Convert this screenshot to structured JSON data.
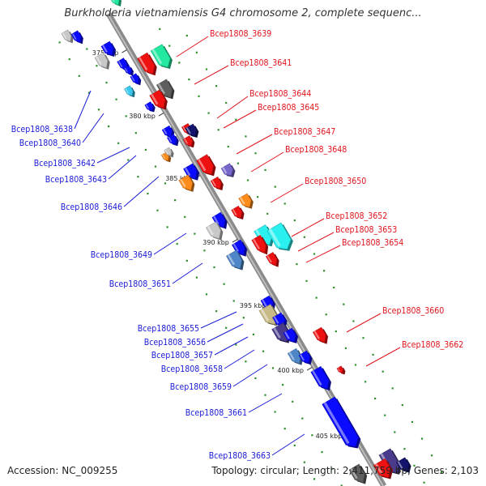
{
  "title": "Burkholderia vietnamiensis G4 chromosome 2, complete sequenc...",
  "footer": {
    "accession": "Accession: NC_009255",
    "summary": "Topology: circular; Length: 2,411,759 bp; Genes: 2,103"
  },
  "colors": {
    "backbone": "#8c8c8c",
    "right_label": "#e0141c",
    "left_label": "#1a1ad6",
    "tick_dot": "#2f8f2f"
  },
  "ticks": [
    "375 kbp",
    "380 kbp",
    "385 kbp",
    "390 kbp",
    "395 kbp",
    "400 kbp",
    "405 kbp"
  ],
  "genes_right": [
    "Bcep1808_3639",
    "Bcep1808_3641",
    "Bcep1808_3644",
    "Bcep1808_3645",
    "Bcep1808_3647",
    "Bcep1808_3648",
    "Bcep1808_3650",
    "Bcep1808_3652",
    "Bcep1808_3653",
    "Bcep1808_3654",
    "Bcep1808_3660",
    "Bcep1808_3662"
  ],
  "genes_left": [
    "Bcep1808_3638",
    "Bcep1808_3640",
    "Bcep1808_3642",
    "Bcep1808_3643",
    "Bcep1808_3646",
    "Bcep1808_3649",
    "Bcep1808_3651",
    "Bcep1808_3655",
    "Bcep1808_3656",
    "Bcep1808_3657",
    "Bcep1808_3658",
    "Bcep1808_3659",
    "Bcep1808_3661",
    "Bcep1808_3663"
  ],
  "feature_colors": [
    "#0a0aff",
    "#c8c8c8",
    "#ee1111",
    "#22e8a0",
    "#5e5e5e",
    "#39c9f0",
    "#14146e",
    "#ff8c1a",
    "#7766cc",
    "#4f86c8",
    "#2bf0f0",
    "#c8bb88",
    "#4a3a8a"
  ]
}
